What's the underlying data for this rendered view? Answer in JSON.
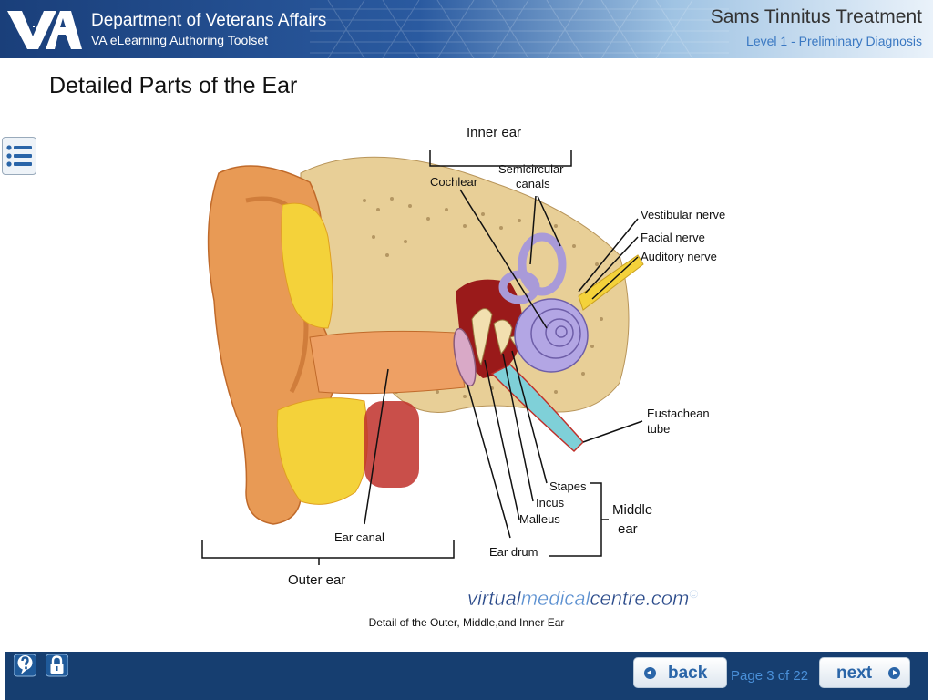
{
  "header": {
    "logo_text": "VA",
    "department": "Department of Veterans Affairs",
    "toolset": "VA eLearning Authoring Toolset",
    "course_title": "Sams Tinnitus Treatment",
    "level": "Level 1 - Preliminary Diagnosis"
  },
  "page": {
    "title": "Detailed Parts of the Ear",
    "caption": "Detail of the Outer, Middle,and Inner Ear"
  },
  "menu": {
    "icon": "list-icon"
  },
  "figure": {
    "labels": {
      "inner_ear": "Inner ear",
      "cochlear": "Cochlear",
      "semicircular_1": "Semicircular",
      "semicircular_2": "canals",
      "vestibular": "Vestibular nerve",
      "facial": "Facial  nerve",
      "auditory": "Auditory nerve",
      "eustachean_1": "Eustachean",
      "eustachean_2": "tube",
      "stapes": "Stapes",
      "incus": "Incus",
      "malleus": "Malleus",
      "ear_drum": "Ear drum",
      "middle_1": "Middle",
      "middle_2": "ear",
      "ear_canal": "Ear canal",
      "outer_ear": "Outer ear"
    },
    "watermark": {
      "part1": "virtual",
      "part2": "medical",
      "part3": "centre.com",
      "symbol": "©"
    }
  },
  "footer": {
    "help_icon": "help-icon",
    "lock_icon": "lock-icon",
    "back_label": "back",
    "next_label": "next",
    "page_indicator": "Page 3 of 22"
  },
  "colors": {
    "header_dark": "#1a3f7a",
    "footer_bg": "#163e70",
    "link_blue": "#2a65a8",
    "skin": "#e89a55"
  }
}
